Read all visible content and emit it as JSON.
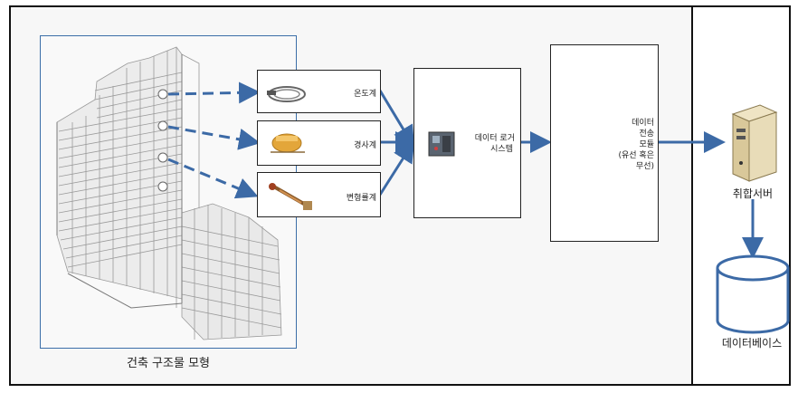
{
  "building_caption": "건축 구조물 모형",
  "sensors": [
    {
      "label": "온도계",
      "icon": "temperature-sensor-cable-icon"
    },
    {
      "label": "경사계",
      "icon": "tiltmeter-icon"
    },
    {
      "label": "변형률계",
      "icon": "strain-gauge-icon"
    }
  ],
  "logger": {
    "label_line1": "데이터 로거",
    "label_line2": "시스템"
  },
  "transmission": {
    "lines": [
      "데이터",
      "전송",
      "모듈",
      "(유선 혹은",
      "무선)"
    ]
  },
  "server": {
    "label": "취합서버"
  },
  "database": {
    "label": "데이터베이스"
  },
  "colors": {
    "arrow": "#3c6aa6",
    "frame": "#111111",
    "panel": "#f7f7f7",
    "building_border": "#3b6ea8"
  }
}
